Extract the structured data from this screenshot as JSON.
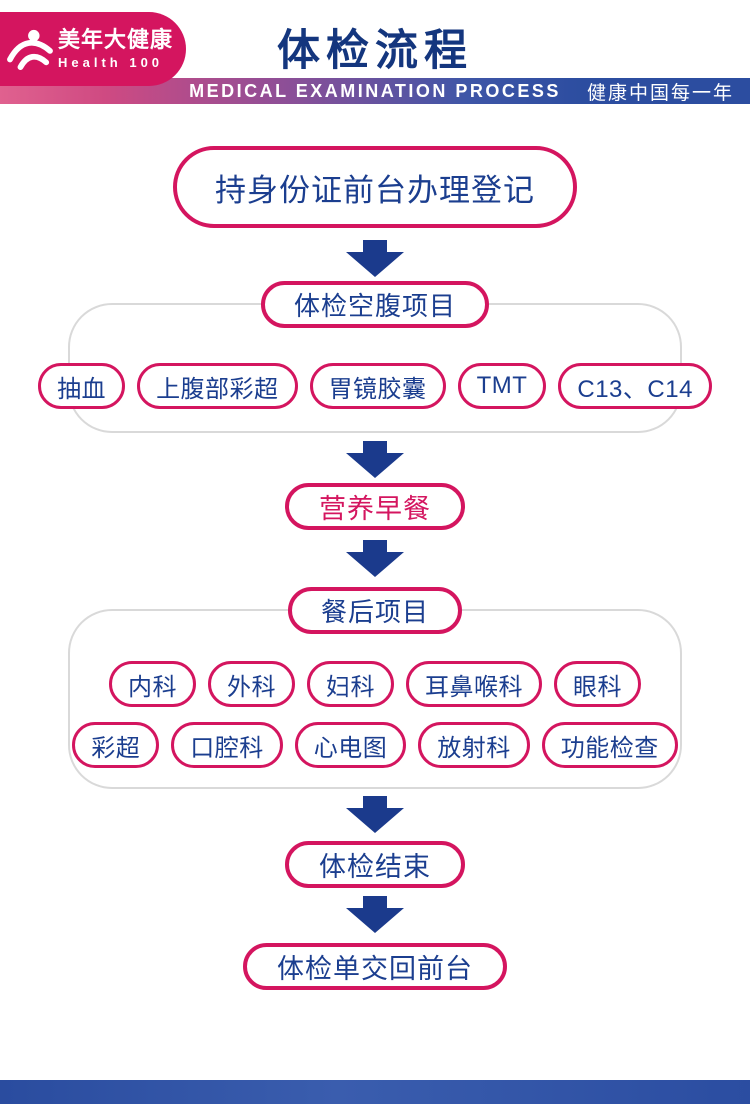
{
  "header": {
    "logo": {
      "brand_cn": "美年大健康",
      "brand_en": "Health 100"
    },
    "title": "体检流程",
    "subtitle_en": "MEDICAL EXAMINATION PROCESS",
    "tagline": "健康中国每一年"
  },
  "flow": {
    "step_registration": "持身份证前台办理登记",
    "fasting_group": {
      "title": "体检空腹项目",
      "items": [
        "抽血",
        "上腹部彩超",
        "胃镜胶囊",
        "TMT",
        "C13、C14"
      ]
    },
    "step_breakfast": "营养早餐",
    "postmeal_group": {
      "title": "餐后项目",
      "rows": [
        [
          "内科",
          "外科",
          "妇科",
          "耳鼻喉科",
          "眼科"
        ],
        [
          "彩超",
          "口腔科",
          "心电图",
          "放射科",
          "功能检查"
        ]
      ]
    },
    "step_end": "体检结束",
    "step_return": "体检单交回前台"
  },
  "colors": {
    "accent_crimson": "#d4155f",
    "text_navy": "#1b3e8f",
    "arrow_navy": "#1b3a8c",
    "banner_pink": "#e0618f",
    "banner_blue": "#2c4da0",
    "group_border_gray": "#d9d9d9"
  }
}
